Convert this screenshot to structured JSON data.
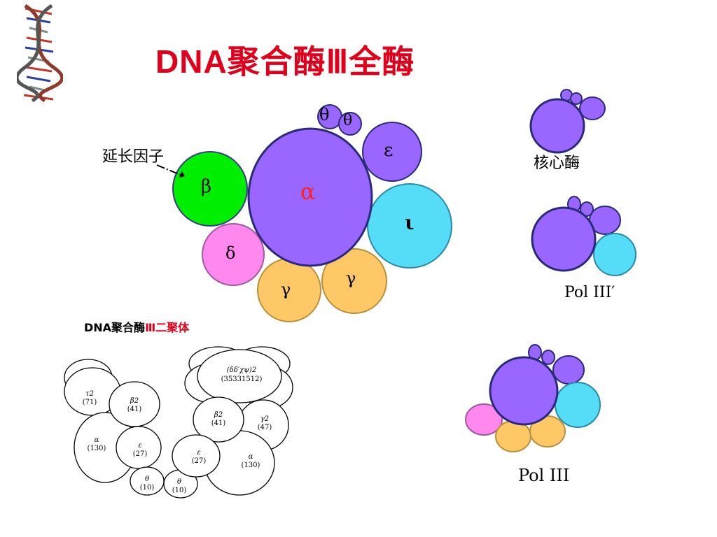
{
  "title": "DNA聚合酶Ⅲ全酶",
  "labels": {
    "elongation_factor": "延长因子",
    "core_enzyme": "核心酶",
    "pol3_prime": "Pol III′",
    "pol3": "Pol III"
  },
  "subtitle": {
    "part1": "DNA聚合酶",
    "part2": "Ⅲ二聚体"
  },
  "subunits": {
    "theta": "θ",
    "epsilon": "ε",
    "alpha": "α",
    "beta": "β",
    "delta": "δ",
    "iota": "ι",
    "gamma": "γ"
  },
  "dimer_labels": {
    "tau": "τ2",
    "tau_n": "(71)",
    "beta_left": "β2",
    "beta_left_n": "(41)",
    "alpha_left": "α",
    "alpha_left_n": "(130)",
    "eps_left": "ε",
    "eps_left_n": "(27)",
    "theta_left": "θ",
    "theta_left_n": "(10)",
    "theta_mid": "θ",
    "theta_mid_n": "(10)",
    "complex": "(δδ′χψ)2",
    "complex_n": "(35331512)",
    "beta_right": "β2",
    "beta_right_n": "(41)",
    "gamma_right": "γ2",
    "gamma_right_n": "(47)",
    "eps_right": "ε",
    "eps_right_n": "(27)",
    "alpha_right": "α",
    "alpha_right_n": "(130)"
  },
  "colors": {
    "purple": "#9966ff",
    "green": "#00ee00",
    "pink": "#ff88ee",
    "cyan": "#55ddf7",
    "orange": "#ffc866",
    "title_red": "#e0001b"
  }
}
